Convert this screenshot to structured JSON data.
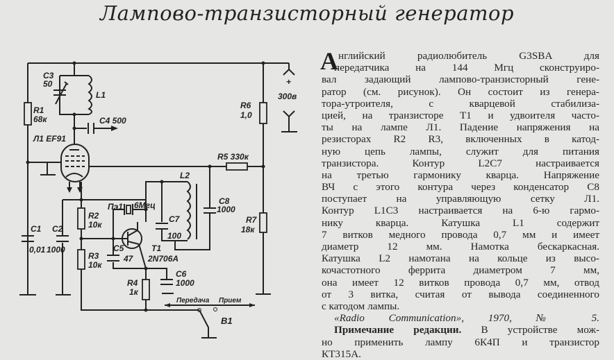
{
  "title": "Лампово-транзисторный генератор",
  "article": {
    "drop_cap": "А",
    "lines": [
      "нглийский радиолюбитель G3SBA для",
      "передатчика на 144 Мгц сконструиро-",
      "вал задающий лампово-транзисторный гене-",
      "ратор (см. рисунок). Он состоит из генера-",
      "тора-утроителя, с кварцевой стабилиза-",
      "цией, на транзисторе T1 и удвоителя часто-",
      "ты на лампе Л1. Падение напряжения на",
      "резисторах R2 R3, включенных в катод-",
      "ную цепь лампы, служит для питания",
      "транзистора. Контур L2C7 настраивается",
      "на третью гармонику кварца. Напряжение",
      "ВЧ с этого контура через конденсатор C8",
      "поступает на управляющую сетку Л1.",
      "Контур L1C3 настраивается на 6-ю гармо-",
      "нику кварца. Катушка L1 содержит",
      "7 витков медного провода 0,7 мм и имеет",
      "диаметр 12 мм. Намотка бескаркасная.",
      "Катушка L2 намотана на кольце из высо-",
      "кочастотного феррита диаметром 7 мм,",
      "она имеет 12 витков провода 0,7 мм, отвод",
      "от 3 витка, считая от вывода соединенного",
      "с катодом лампы."
    ],
    "source": "«Radio Communication», 1970, № 5.",
    "note_label": "Примечание редакции.",
    "note_lines": [
      "В устройстве мож-",
      "но применить лампу 6К4П и транзистор",
      "КТ315А."
    ]
  },
  "schematic": {
    "c3": "C3",
    "c3_val": "50",
    "l1": "L1",
    "r1": "R1",
    "r1_val": "68к",
    "c4": "C4 500",
    "tube": "Л1 EF91",
    "r6": "R6",
    "r6_val": "1,0",
    "plus": "+",
    "supply": "300в",
    "r5": "R5 330к",
    "l2": "L2",
    "crystal": "Пэ1",
    "crystal_freq": "6Мгц",
    "c8": "C8",
    "c8_val": "1000",
    "r2": "R2",
    "r2_val": "10к",
    "c7": "C7",
    "c7_val": "100",
    "r7": "R7",
    "r7_val": "18к",
    "c1": "C1",
    "c1_val": "0,01",
    "c2": "C2",
    "c2_val": "1000",
    "c5": "C5",
    "c5_val": "47",
    "t1": "T1",
    "t1_type": "2N706A",
    "r3": "R3",
    "r3_val": "10к",
    "c6": "C6",
    "c6_val": "1000",
    "r4": "R4",
    "r4_val": "1к",
    "tx": "Передача",
    "rx": "Прием",
    "b1": "B1"
  }
}
